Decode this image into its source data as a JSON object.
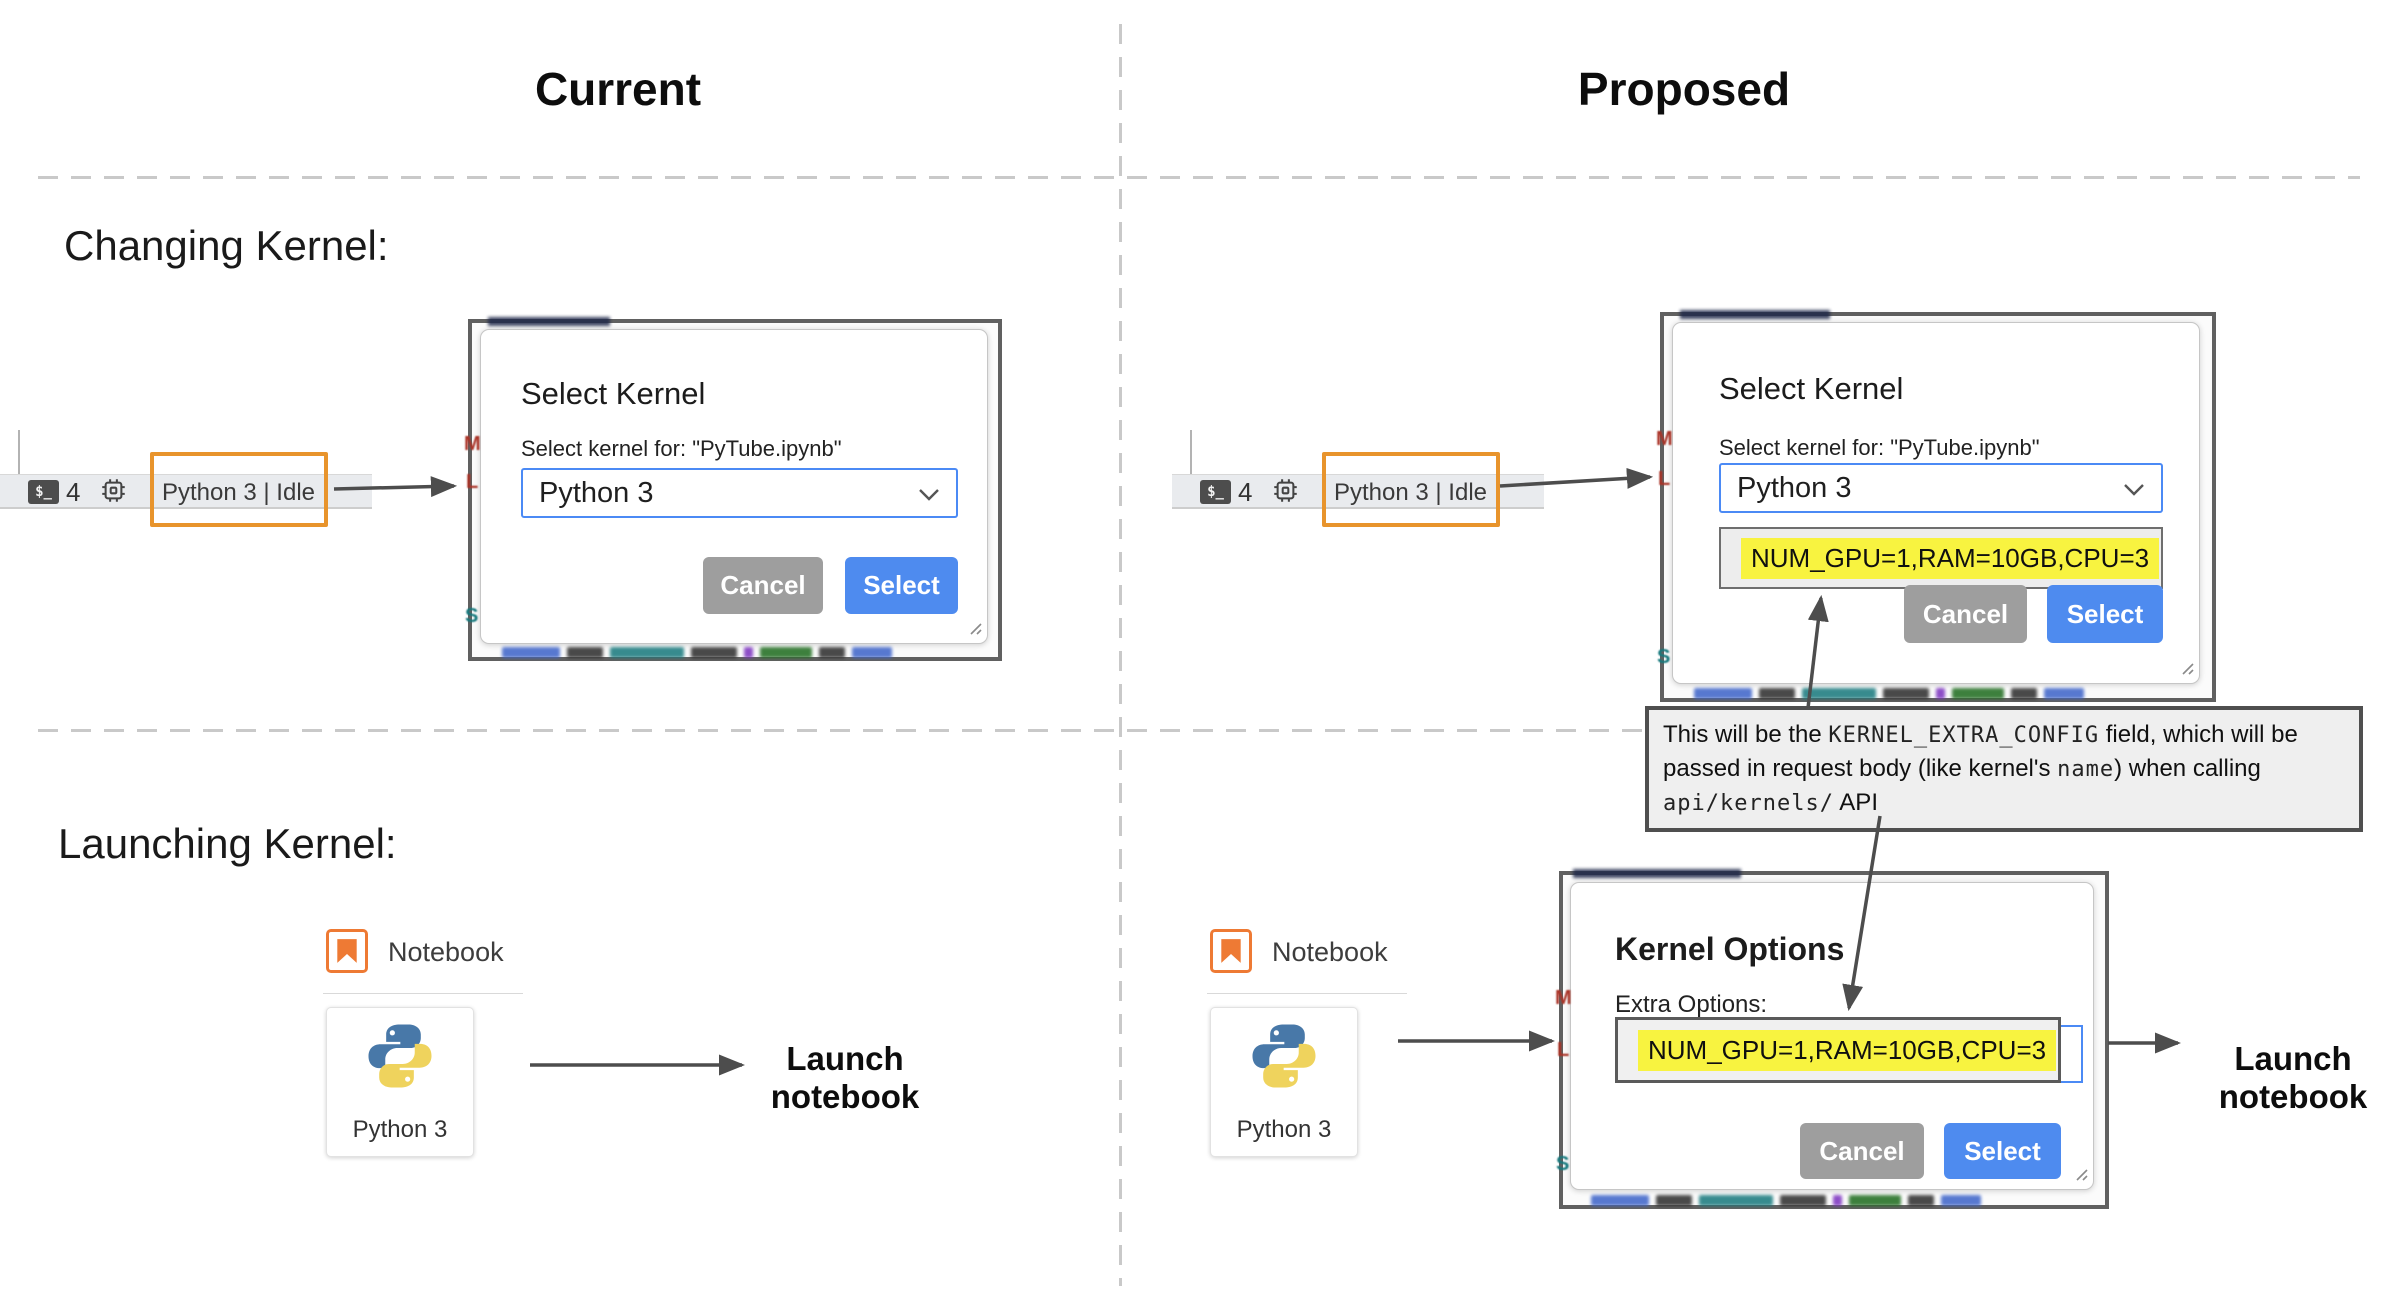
{
  "columns": {
    "current": "Current",
    "proposed": "Proposed"
  },
  "sections": {
    "changing_kernel": "Changing Kernel:",
    "launching_kernel": "Launching Kernel:"
  },
  "statusbar": {
    "terminal_glyph": "$_",
    "kernel_count": "4",
    "kernel_status": "Python 3 | Idle"
  },
  "select_kernel_current": {
    "title": "Select Kernel",
    "label": "Select kernel for: \"PyTube.ipynb\"",
    "kernel_dropdown_value": "Python 3",
    "cancel": "Cancel",
    "select": "Select"
  },
  "select_kernel_proposed": {
    "title": "Select Kernel",
    "label": "Select kernel for: \"PyTube.ipynb\"",
    "kernel_dropdown_value": "Python 3",
    "extra_config_value": "NUM_GPU=1,RAM=10GB,CPU=3",
    "cancel": "Cancel",
    "select": "Select"
  },
  "kernel_options": {
    "title": "Kernel Options",
    "extra_options_label": "Extra Options:",
    "extra_options_value": "NUM_GPU=1,RAM=10GB,CPU=3",
    "cancel": "Cancel",
    "select": "Select"
  },
  "annotation": {
    "text_1": "This will be the ",
    "code_1": "KERNEL_EXTRA_CONFIG",
    "text_2": " field, which will be passed in request body (like kernel's ",
    "code_2": "name",
    "text_3": ") when calling ",
    "code_3": "api/kernels/",
    "text_4": " API"
  },
  "launcher": {
    "section_label": "Notebook",
    "card_label": "Python 3"
  },
  "launch_outcome": {
    "line1": "Launch",
    "line2": "notebook"
  },
  "colors": {
    "highlight_orange": "#e8942c",
    "select_blue": "#4e8bef",
    "cancel_gray": "#9e9e9e",
    "highlight_yellow": "#f8f340",
    "dashed_line": "#c9c9c9",
    "annotation_border": "#4f4f4f"
  }
}
